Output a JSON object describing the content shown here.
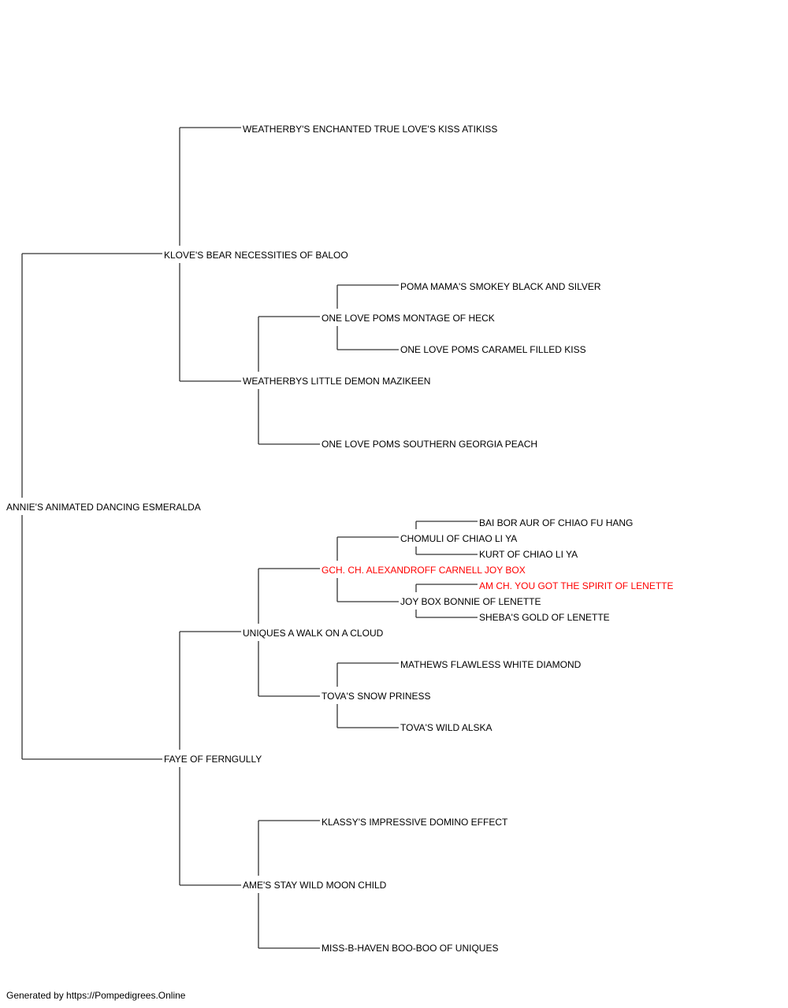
{
  "colors": {
    "normal": "#000000",
    "champion": "#ff0000",
    "line": "#333333"
  },
  "pedigree": {
    "subject": {
      "id": "subject",
      "name": "ANNIE'S ANIMATED DANCING ESMERALDA",
      "champion": false
    },
    "sire": {
      "id": "sire",
      "name": "KLOVE'S BEAR NECESSITIES OF BALOO",
      "champion": false
    },
    "dam": {
      "id": "dam",
      "name": "FAYE OF FERNGULLY",
      "champion": false
    },
    "sire_sire": {
      "id": "sire-sire",
      "name": "WEATHERBY'S ENCHANTED TRUE LOVE'S KISS ATIKISS",
      "champion": false
    },
    "sire_dam": {
      "id": "sire-dam",
      "name": "WEATHERBYS LITTLE DEMON MAZIKEEN",
      "champion": false
    },
    "sire_dam_sire": {
      "id": "sire-dam-sire",
      "name": "ONE LOVE POMS MONTAGE OF HECK",
      "champion": false
    },
    "sire_dam_dam": {
      "id": "sire-dam-dam",
      "name": "ONE LOVE POMS SOUTHERN GEORGIA PEACH",
      "champion": false
    },
    "sire_dam_sire_sire": {
      "id": "sire-dam-sire-sire",
      "name": "POMA MAMA'S SMOKEY BLACK AND SILVER",
      "champion": false
    },
    "sire_dam_sire_dam": {
      "id": "sire-dam-sire-dam",
      "name": "ONE LOVE POMS CARAMEL FILLED KISS",
      "champion": false
    },
    "dam_sire": {
      "id": "dam-sire",
      "name": "UNIQUES A WALK ON A CLOUD",
      "champion": false
    },
    "dam_dam": {
      "id": "dam-dam",
      "name": "AME'S STAY WILD MOON CHILD",
      "champion": false
    },
    "dam_sire_sire": {
      "id": "dam-sire-sire",
      "name": "GCH. CH. ALEXANDROFF CARNELL JOY BOX",
      "champion": true
    },
    "dam_sire_dam": {
      "id": "dam-sire-dam",
      "name": "TOVA'S SNOW PRINESS",
      "champion": false
    },
    "dam_sire_sire_sire": {
      "id": "dam-sire-sire-sire",
      "name": "CHOMULI OF CHIAO LI YA",
      "champion": false
    },
    "dam_sire_sire_dam": {
      "id": "dam-sire-sire-dam",
      "name": "JOY BOX BONNIE OF LENETTE",
      "champion": false
    },
    "dam_sire_sire_sire_sire": {
      "id": "dam-sire-sire-sire-sire",
      "name": "BAI BOR AUR OF CHIAO FU HANG",
      "champion": false
    },
    "dam_sire_sire_sire_dam": {
      "id": "dam-sire-sire-sire-dam",
      "name": "KURT OF CHIAO LI YA",
      "champion": false
    },
    "dam_sire_sire_dam_sire": {
      "id": "dam-sire-sire-dam-sire",
      "name": "AM CH. YOU GOT THE SPIRIT OF LENETTE",
      "champion": true
    },
    "dam_sire_sire_dam_dam": {
      "id": "dam-sire-sire-dam-dam",
      "name": "SHEBA'S GOLD OF LENETTE",
      "champion": false
    },
    "dam_sire_dam_sire": {
      "id": "dam-sire-dam-sire",
      "name": "MATHEWS FLAWLESS WHITE DIAMOND",
      "champion": false
    },
    "dam_sire_dam_dam": {
      "id": "dam-sire-dam-dam",
      "name": "TOVA'S WILD ALSKA",
      "champion": false
    },
    "dam_dam_sire": {
      "id": "dam-dam-sire",
      "name": "KLASSY'S IMPRESSIVE DOMINO EFFECT",
      "champion": false
    },
    "dam_dam_dam": {
      "id": "dam-dam-dam",
      "name": "MISS-B-HAVEN BOO-BOO OF UNIQUES",
      "champion": false
    }
  },
  "footer": {
    "text": "Generated by https://Pompedigrees.Online"
  }
}
